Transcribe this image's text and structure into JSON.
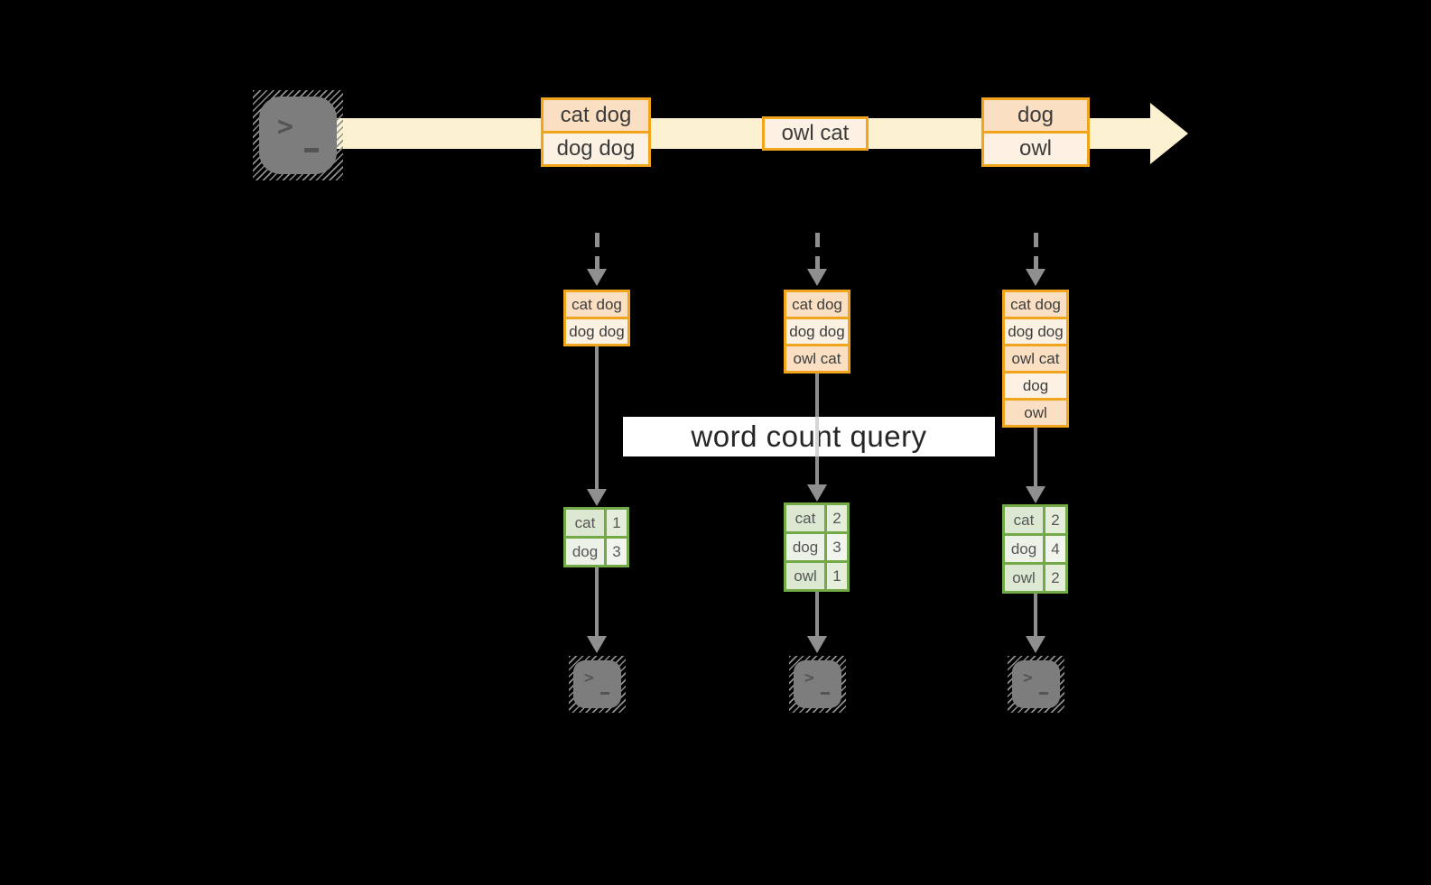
{
  "query": {
    "label": "word count query"
  },
  "icons": {
    "terminal_prompt_chevron": ">"
  },
  "colors": {
    "background": "#000000",
    "stream_fill": "#fcf2d1",
    "box_border_gold": "#f0a51c",
    "box_fill_peach": "#fadfc3",
    "box_fill_cream": "#fcf1e3",
    "table_border_green": "#74a948",
    "table_cell_green": "#dce8d2",
    "arrow_gray": "#8f8f8f",
    "terminal_gray": "#7d7d7d",
    "band_white": "#ffffff"
  },
  "stream": {
    "events": [
      {
        "lines": [
          "cat dog",
          "dog dog"
        ]
      },
      {
        "lines": [
          "owl cat"
        ]
      },
      {
        "lines": [
          "dog",
          "owl"
        ]
      }
    ]
  },
  "pipelines": [
    {
      "state": [
        "cat dog",
        "dog dog"
      ],
      "counts": [
        {
          "word": "cat",
          "count": "1"
        },
        {
          "word": "dog",
          "count": "3"
        }
      ]
    },
    {
      "state": [
        "cat dog",
        "dog dog",
        "owl cat"
      ],
      "counts": [
        {
          "word": "cat",
          "count": "2"
        },
        {
          "word": "dog",
          "count": "3"
        },
        {
          "word": "owl",
          "count": "1"
        }
      ]
    },
    {
      "state": [
        "cat dog",
        "dog dog",
        "owl cat",
        "dog",
        "owl"
      ],
      "counts": [
        {
          "word": "cat",
          "count": "2"
        },
        {
          "word": "dog",
          "count": "4"
        },
        {
          "word": "owl",
          "count": "2"
        }
      ]
    }
  ]
}
